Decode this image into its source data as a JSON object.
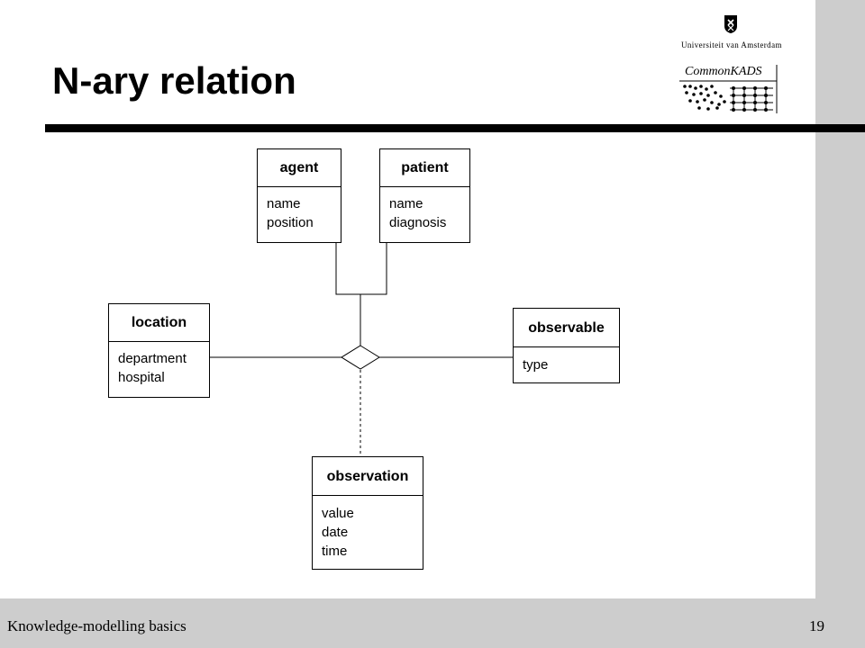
{
  "slide": {
    "title": "N-ary relation",
    "footer_left": "Knowledge-modelling basics",
    "page_number": "19"
  },
  "logos": {
    "university": "Universiteit van Amsterdam",
    "commonkads": "CommonKADS"
  },
  "classes": {
    "agent": {
      "name": "agent",
      "attributes": [
        "name",
        "position"
      ]
    },
    "patient": {
      "name": "patient",
      "attributes": [
        "name",
        "diagnosis"
      ]
    },
    "location": {
      "name": "location",
      "attributes": [
        "department",
        "hospital"
      ]
    },
    "observable": {
      "name": "observable",
      "attributes": [
        "type"
      ]
    },
    "observation": {
      "name": "observation",
      "attributes": [
        "value",
        "date",
        "time"
      ]
    }
  },
  "colors": {
    "band": "#cdcdcd",
    "ink": "#000000",
    "background": "#ffffff"
  }
}
